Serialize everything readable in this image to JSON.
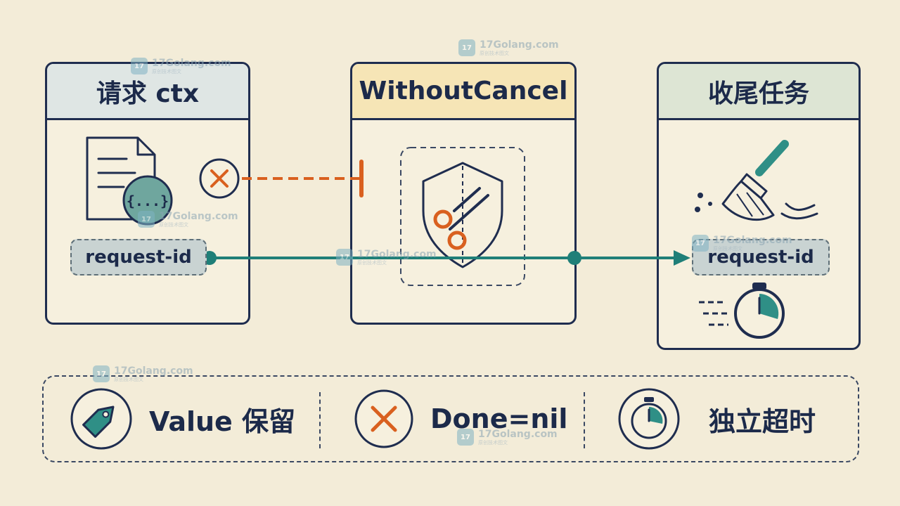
{
  "panels": {
    "request_ctx": {
      "title": "请求 ctx",
      "json_glyph": "{...}",
      "value_tag": "request-id"
    },
    "without_cancel": {
      "title": "WithoutCancel"
    },
    "cleanup_task": {
      "title": "收尾任务",
      "value_tag": "request-id"
    }
  },
  "legend": {
    "items": [
      {
        "icon": "tag-icon",
        "label": "Value 保留"
      },
      {
        "icon": "cancel-x-icon",
        "label": "Done=nil"
      },
      {
        "icon": "stopwatch-icon",
        "label": "独立超时"
      }
    ]
  },
  "watermark": {
    "brand": "17Golang.com",
    "badge": "17",
    "tagline": "原创技术图文"
  },
  "colors": {
    "background": "#f3ecd8",
    "outline": "#1f2d4f",
    "teal": "#1f7f78",
    "orange": "#d9601f",
    "head_request": "#dfe6e4",
    "head_without_cancel": "#f6e5b6",
    "head_cleanup": "#dde5d4"
  }
}
